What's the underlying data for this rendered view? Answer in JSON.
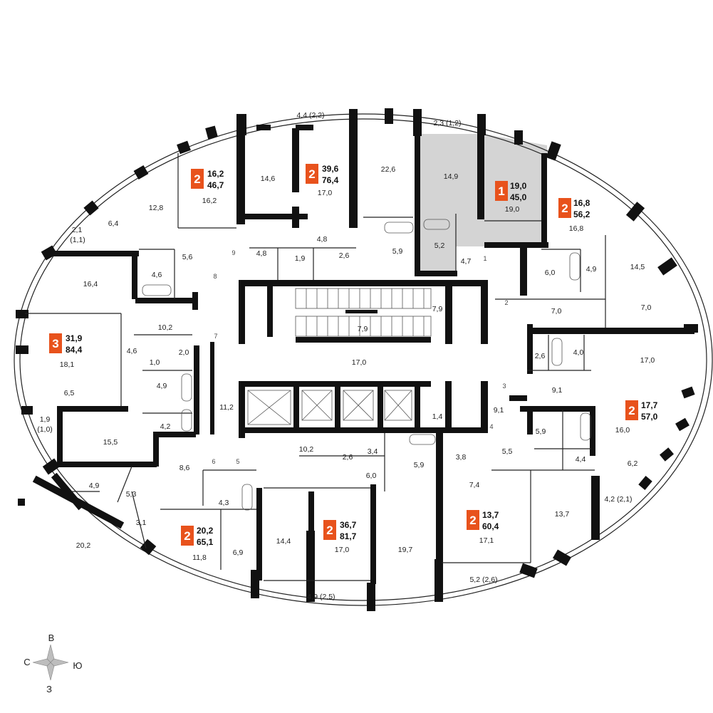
{
  "accent_color": "#e8521c",
  "highlight_color": "#d4d4d4",
  "rooms": [
    {
      "id": "r1",
      "label": "4,4 (2,2)"
    },
    {
      "id": "r2",
      "label": "2,3 (1,2)"
    },
    {
      "id": "r3",
      "label": "14,6"
    },
    {
      "id": "r4",
      "label": "22,6"
    },
    {
      "id": "r5",
      "label": "14,9"
    },
    {
      "id": "r6",
      "label": "16,2"
    },
    {
      "id": "r7",
      "label": "17,0"
    },
    {
      "id": "r8",
      "label": "19,0"
    },
    {
      "id": "r9",
      "label": "12,8"
    },
    {
      "id": "r10",
      "label": "16,8"
    },
    {
      "id": "r11",
      "label": "6,4"
    },
    {
      "id": "r12",
      "label": "2,1"
    },
    {
      "id": "r13",
      "label": "(1,1)"
    },
    {
      "id": "r14",
      "label": "4,8"
    },
    {
      "id": "r15",
      "label": "5,9"
    },
    {
      "id": "r16",
      "label": "5,2"
    },
    {
      "id": "r17",
      "label": "5,6"
    },
    {
      "id": "r18",
      "label": "4,8"
    },
    {
      "id": "r19",
      "label": "1,9"
    },
    {
      "id": "r20",
      "label": "2,6"
    },
    {
      "id": "r21",
      "label": "4,7"
    },
    {
      "id": "r22",
      "label": "6,0"
    },
    {
      "id": "r23",
      "label": "4,9"
    },
    {
      "id": "r24",
      "label": "14,5"
    },
    {
      "id": "r25",
      "label": "4,6"
    },
    {
      "id": "r26",
      "label": "16,4"
    },
    {
      "id": "r27",
      "label": "7,9"
    },
    {
      "id": "r28",
      "label": "7,0"
    },
    {
      "id": "r29",
      "label": "7,0"
    },
    {
      "id": "r30",
      "label": "10,2"
    },
    {
      "id": "r31",
      "label": "7,9"
    },
    {
      "id": "r32",
      "label": "4,6"
    },
    {
      "id": "r33",
      "label": "2,0"
    },
    {
      "id": "r34",
      "label": "1,0"
    },
    {
      "id": "r35",
      "label": "2,6"
    },
    {
      "id": "r36",
      "label": "4,0"
    },
    {
      "id": "r37",
      "label": "17,0"
    },
    {
      "id": "r38",
      "label": "18,1"
    },
    {
      "id": "r39",
      "label": "17,0"
    },
    {
      "id": "r40",
      "label": "4,9"
    },
    {
      "id": "r41",
      "label": "9,1"
    },
    {
      "id": "r42",
      "label": "6,5"
    },
    {
      "id": "r43",
      "label": "11,2"
    },
    {
      "id": "r44",
      "label": "1,4"
    },
    {
      "id": "r45",
      "label": "9,1"
    },
    {
      "id": "r46",
      "label": "4,2"
    },
    {
      "id": "r47",
      "label": "1,9"
    },
    {
      "id": "r48",
      "label": "(1,0)"
    },
    {
      "id": "r49",
      "label": "16,0"
    },
    {
      "id": "r50",
      "label": "15,5"
    },
    {
      "id": "r51",
      "label": "10,2"
    },
    {
      "id": "r52",
      "label": "2,6"
    },
    {
      "id": "r53",
      "label": "3,4"
    },
    {
      "id": "r54",
      "label": "5,9"
    },
    {
      "id": "r55",
      "label": "5,5"
    },
    {
      "id": "r56",
      "label": "3,8"
    },
    {
      "id": "r57",
      "label": "4,4"
    },
    {
      "id": "r58",
      "label": "6,2"
    },
    {
      "id": "r59",
      "label": "8,6"
    },
    {
      "id": "r60",
      "label": "6,0"
    },
    {
      "id": "r61",
      "label": "5,9"
    },
    {
      "id": "r62",
      "label": "4,9"
    },
    {
      "id": "r63",
      "label": "5,3"
    },
    {
      "id": "r64",
      "label": "4,3"
    },
    {
      "id": "r65",
      "label": "7,4"
    },
    {
      "id": "r66",
      "label": "4,2 (2,1)"
    },
    {
      "id": "r67",
      "label": "3,1"
    },
    {
      "id": "r68",
      "label": "13,7"
    },
    {
      "id": "r69",
      "label": "14,4"
    },
    {
      "id": "r70",
      "label": "20,2"
    },
    {
      "id": "r71",
      "label": "6,9"
    },
    {
      "id": "r72",
      "label": "17,0"
    },
    {
      "id": "r73",
      "label": "19,7"
    },
    {
      "id": "r74",
      "label": "17,1"
    },
    {
      "id": "r75",
      "label": "11,8"
    },
    {
      "id": "r76",
      "label": "5,2 (2,6)"
    },
    {
      "id": "r77",
      "label": "4,9 (2,5)"
    }
  ],
  "apartments": [
    {
      "rooms": "2",
      "living": "16,2",
      "total": "46,7"
    },
    {
      "rooms": "2",
      "living": "39,6",
      "total": "76,4"
    },
    {
      "rooms": "1",
      "living": "19,0",
      "total": "45,0"
    },
    {
      "rooms": "2",
      "living": "16,8",
      "total": "56,2"
    },
    {
      "rooms": "3",
      "living": "31,9",
      "total": "84,4"
    },
    {
      "rooms": "2",
      "living": "17,7",
      "total": "57,0"
    },
    {
      "rooms": "2",
      "living": "36,7",
      "total": "81,7"
    },
    {
      "rooms": "2",
      "living": "13,7",
      "total": "60,4"
    },
    {
      "rooms": "2",
      "living": "20,2",
      "total": "65,1"
    }
  ],
  "doors": [
    "1",
    "2",
    "3",
    "4",
    "5",
    "6",
    "7",
    "8",
    "9"
  ],
  "compass": {
    "north": "В",
    "west": "С",
    "east": "Ю",
    "south": "З"
  }
}
